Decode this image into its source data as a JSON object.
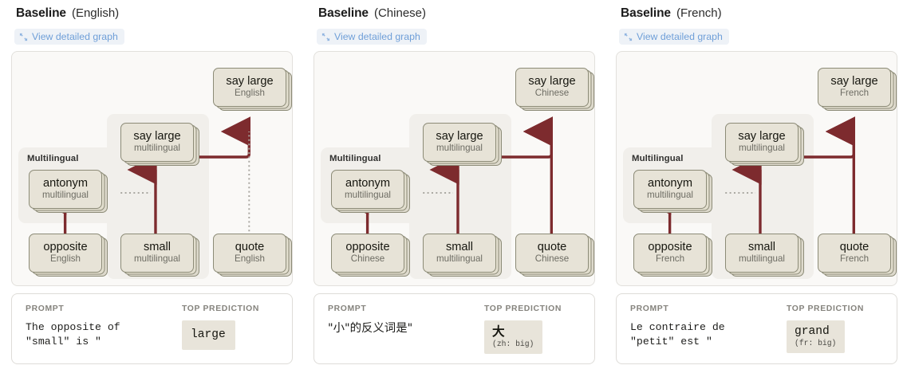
{
  "panels": [
    {
      "title": "Baseline",
      "language_label": "(English)",
      "detail_link": "View detailed graph",
      "detail_icon": "expand-diagonal-icon",
      "group_label": "Multilingual",
      "nodes": {
        "output": {
          "title": "say large",
          "sub": "English"
        },
        "say_large": {
          "title": "say large",
          "sub": "multilingual"
        },
        "antonym": {
          "title": "antonym",
          "sub": "multilingual"
        },
        "opposite": {
          "title": "opposite",
          "sub": "English"
        },
        "small": {
          "title": "small",
          "sub": "multilingual"
        },
        "quote": {
          "title": "quote",
          "sub": "English"
        }
      },
      "quote_edge_style": "dotted",
      "prompt_label": "PROMPT",
      "prompt_text": "The opposite of\n\"small\" is \"",
      "prompt_is_cjk": false,
      "prediction_label": "TOP PREDICTION",
      "prediction": "large",
      "prediction_gloss": "",
      "prediction_is_cjk": false
    },
    {
      "title": "Baseline",
      "language_label": "(Chinese)",
      "detail_link": "View detailed graph",
      "detail_icon": "expand-diagonal-icon",
      "group_label": "Multilingual",
      "nodes": {
        "output": {
          "title": "say large",
          "sub": "Chinese"
        },
        "say_large": {
          "title": "say large",
          "sub": "multilingual"
        },
        "antonym": {
          "title": "antonym",
          "sub": "multilingual"
        },
        "opposite": {
          "title": "opposite",
          "sub": "Chinese"
        },
        "small": {
          "title": "small",
          "sub": "multilingual"
        },
        "quote": {
          "title": "quote",
          "sub": "Chinese"
        }
      },
      "quote_edge_style": "solid",
      "prompt_label": "PROMPT",
      "prompt_text": "\"小\"的反义词是\"",
      "prompt_is_cjk": true,
      "prediction_label": "TOP PREDICTION",
      "prediction": "大",
      "prediction_gloss": "(zh: big)",
      "prediction_is_cjk": true
    },
    {
      "title": "Baseline",
      "language_label": "(French)",
      "detail_link": "View detailed graph",
      "detail_icon": "expand-diagonal-icon",
      "group_label": "Multilingual",
      "nodes": {
        "output": {
          "title": "say large",
          "sub": "French"
        },
        "say_large": {
          "title": "say large",
          "sub": "multilingual"
        },
        "antonym": {
          "title": "antonym",
          "sub": "multilingual"
        },
        "opposite": {
          "title": "opposite",
          "sub": "French"
        },
        "small": {
          "title": "small",
          "sub": "multilingual"
        },
        "quote": {
          "title": "quote",
          "sub": "French"
        }
      },
      "quote_edge_style": "solid",
      "prompt_label": "PROMPT",
      "prompt_text": "Le contraire de\n\"petit\" est \"",
      "prompt_is_cjk": false,
      "prediction_label": "TOP PREDICTION",
      "prediction": "grand",
      "prediction_gloss": "(fr: big)",
      "prediction_is_cjk": false
    }
  ],
  "colors": {
    "edge_active": "#7d2b2e",
    "edge_inactive": "#aaa8a2",
    "node_fill": "#e7e3d7",
    "node_border": "#8c8b77",
    "group_fill": "#f1efeb",
    "panel_bg": "#faf9f7",
    "link_text": "#6f9fd8",
    "link_bg": "#eef2f7"
  }
}
